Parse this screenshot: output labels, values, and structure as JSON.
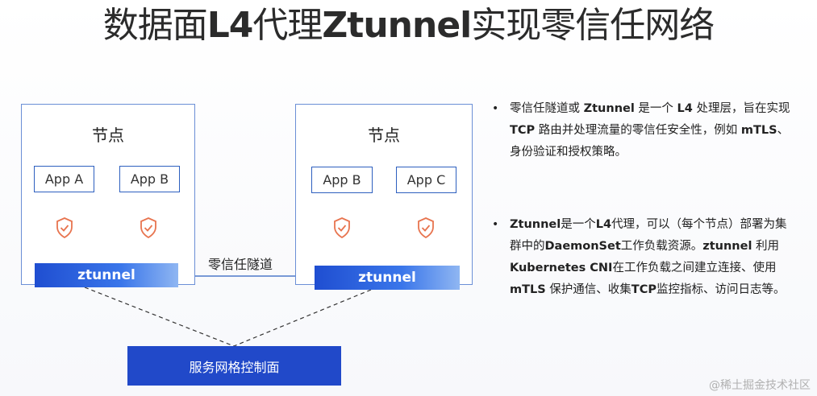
{
  "title": {
    "part1": "数据面",
    "part2": "L4",
    "part3": "代理",
    "part4": "Ztunnel",
    "part5": "实现零信任网络"
  },
  "diagram": {
    "node_left": {
      "label": "节点",
      "apps": [
        "App A",
        "App B"
      ],
      "ztunnel": "ztunnel"
    },
    "node_right": {
      "label": "节点",
      "apps": [
        "App B",
        "App C"
      ],
      "ztunnel": "ztunnel"
    },
    "tunnel_label": "零信任隧道",
    "control_plane": "服务网格控制面",
    "shield_icon": "shield-check-icon",
    "colors": {
      "accent": "#2149c9",
      "shield": "#e8744f",
      "border": "#6b8fd6"
    }
  },
  "bullets": [
    {
      "s1": "零信任隧道或 ",
      "b1": "Ztunnel",
      "s2": " 是一个 ",
      "b2": "L4",
      "s3": " 处理层，旨在实现 ",
      "b3": "TCP",
      "s4": " 路由并处理流量的零信任安全性，例如 ",
      "b4": "mTLS",
      "s5": "、身份验证和授权策略。"
    },
    {
      "b1": "Ztunnel",
      "s1": "是一个",
      "b2": "L4",
      "s2": "代理，可以（每个节点）部署为集群中的",
      "b3": "DaemonSet",
      "s3": "工作负载资源。",
      "b4": "ztunnel",
      "s4": " 利用 ",
      "b5": "Kubernetes CNI",
      "s5": "在工作负载之间建立连接、使用 ",
      "b6": "mTLS",
      "s6": " 保护通信、收集",
      "b7": "TCP",
      "s7": "监控指标、访问日志等。"
    }
  ],
  "watermark": "@稀土掘金技术社区"
}
